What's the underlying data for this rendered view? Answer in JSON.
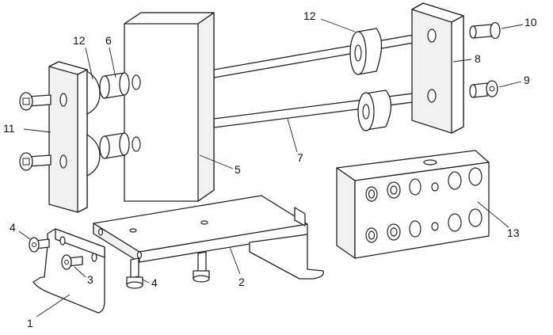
{
  "labels": {
    "l1": "1",
    "l2": "2",
    "l3": "3",
    "l4a": "4",
    "l4b": "4",
    "l5": "5",
    "l6": "6",
    "l7": "7",
    "l8": "8",
    "l9": "9",
    "l10": "10",
    "l11": "11",
    "l12a": "12",
    "l12b": "12",
    "l13": "13"
  }
}
